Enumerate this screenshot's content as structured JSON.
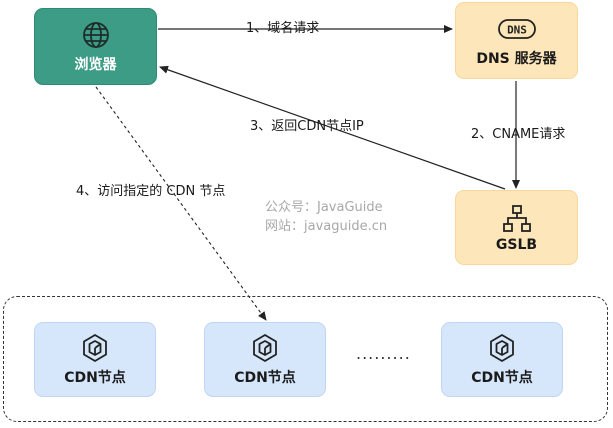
{
  "nodes": {
    "browser": {
      "label": "浏览器"
    },
    "dns": {
      "label": "DNS 服务器",
      "icon_text": "DNS"
    },
    "gslb": {
      "label": "GSLB"
    },
    "cdn_nodes": [
      {
        "label": "CDN节点"
      },
      {
        "label": "CDN节点"
      },
      {
        "label": "CDN节点"
      }
    ],
    "ellipsis": "........."
  },
  "edges": [
    {
      "label": "1、域名请求"
    },
    {
      "label": "2、CNAME请求"
    },
    {
      "label": "3、返回CDN节点IP"
    },
    {
      "label": "4、访问指定的 CDN 节点"
    }
  ],
  "watermark": {
    "line1": "公众号：JavaGuide",
    "line2": "网站：javaguide.cn"
  },
  "icons": {
    "browser": "globe-icon",
    "dns": "dns-icon",
    "gslb": "network-hierarchy-icon",
    "cdn": "cdn-cube-icon"
  },
  "colors": {
    "browser_fill": "#3c9c86",
    "server_fill": "#fde6b9",
    "cdn_fill": "#d6e6fb"
  }
}
